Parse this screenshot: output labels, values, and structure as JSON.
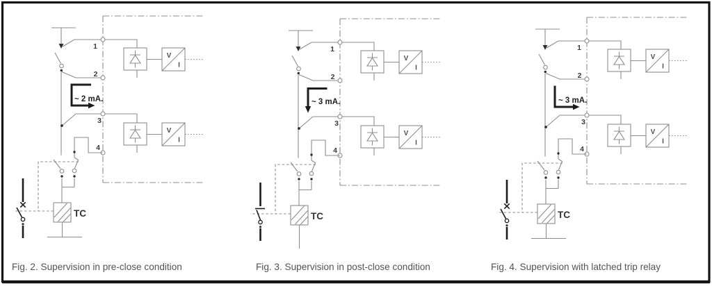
{
  "figures": [
    {
      "caption": "Fig. 2. Supervision in pre-close condition",
      "current_label": "~ 2 mA.",
      "arrow_shape": "left-down-right",
      "breaker_state": "open",
      "trip_coil_label": "TC",
      "terminals": [
        "1",
        "2",
        "3",
        "4"
      ],
      "meter": {
        "voltage": "V",
        "current": "I"
      }
    },
    {
      "caption": "Fig. 3. Supervision in post-close condition",
      "current_label": "~ 3 mA.",
      "arrow_shape": "down",
      "breaker_state": "closed",
      "trip_coil_label": "TC",
      "terminals": [
        "1",
        "2",
        "3",
        "4"
      ],
      "meter": {
        "voltage": "V",
        "current": "I"
      }
    },
    {
      "caption": "Fig. 4. Supervision with latched trip relay",
      "current_label": "~ 3 mA.",
      "arrow_shape": "down-right",
      "breaker_state": "open",
      "trip_coil_label": "TC",
      "terminals": [
        "1",
        "2",
        "3",
        "4"
      ],
      "meter": {
        "voltage": "V",
        "current": "I"
      }
    }
  ],
  "colors": {
    "wire": "#8c8c8c",
    "ink": "#1c1c1c",
    "caption_text": "#505356"
  }
}
